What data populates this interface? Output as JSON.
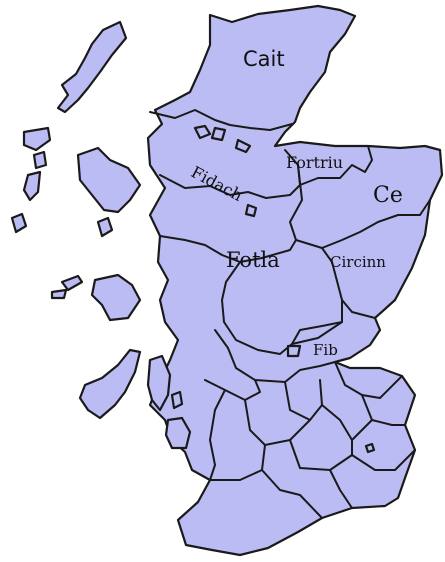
{
  "map": {
    "regions": [
      {
        "id": "cait",
        "label": "Cait"
      },
      {
        "id": "fidach",
        "label": "Fidach"
      },
      {
        "id": "fortriu",
        "label": "Fortriu"
      },
      {
        "id": "ce",
        "label": "Ce"
      },
      {
        "id": "fotla",
        "label": "Fotla"
      },
      {
        "id": "circinn",
        "label": "Circinn"
      },
      {
        "id": "fib",
        "label": "Fib"
      }
    ],
    "colors": {
      "land": "#bcbcf4",
      "border": "#1a1a1a",
      "background": "#ffffff"
    }
  }
}
